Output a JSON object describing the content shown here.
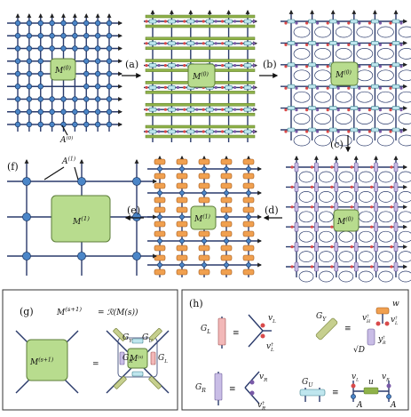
{
  "panels": {
    "a": "(a)",
    "b": "(b)",
    "c": "(c)",
    "d": "(d)",
    "e": "(e)",
    "f": "(f)",
    "g": "(g)",
    "h": "(h)"
  },
  "labels": {
    "m0": "M",
    "m0_sup": "(0)",
    "a0": "A",
    "a0_sup": "(0)",
    "a1": "A",
    "a1_sup": "(1)",
    "m1": "M",
    "m1_sup": "(1)",
    "ms1": "M",
    "ms1_sup": "(s+1)",
    "ms": "M",
    "ms_sup": "(s)",
    "recursion_lhs": "M",
    "recursion_lhs_sup": "(s+1)",
    "recursion_rhs": "= ℛ(M",
    "recursion_rhs_sup": "(s)",
    "recursion_close": ")",
    "equals": "=",
    "equiv": "≡",
    "gY": "G",
    "gY_sub": "Y",
    "gU": "G",
    "gU_sub": "U",
    "gR": "G",
    "gR_sub": "R",
    "gL": "G",
    "gL_sub": "L",
    "vL": "v",
    "vL_sub": "L",
    "vR": "v",
    "vR_sub": "R",
    "vLdag": "v",
    "vLdag_sup": "†",
    "vLdag_sub": "L",
    "vRdag": "v",
    "vRdag_sup": "†",
    "vRdag_sub": "R",
    "vHdag": "v",
    "vHdag_sup": "†",
    "vHdag_sub": "H",
    "yRdag": "y",
    "yRdag_sup": "†",
    "yRdag_sub": "R",
    "w": "w",
    "sqrtD": "√D",
    "u": "u",
    "A": "A"
  },
  "colors": {
    "node": "#4b86c8",
    "center": "#b8dc8e",
    "bar": "#8fb24a",
    "cyan": "#bfe6ee",
    "orange": "#f0a050",
    "red": "#d94a4a",
    "purple": "#7a5aa8"
  }
}
